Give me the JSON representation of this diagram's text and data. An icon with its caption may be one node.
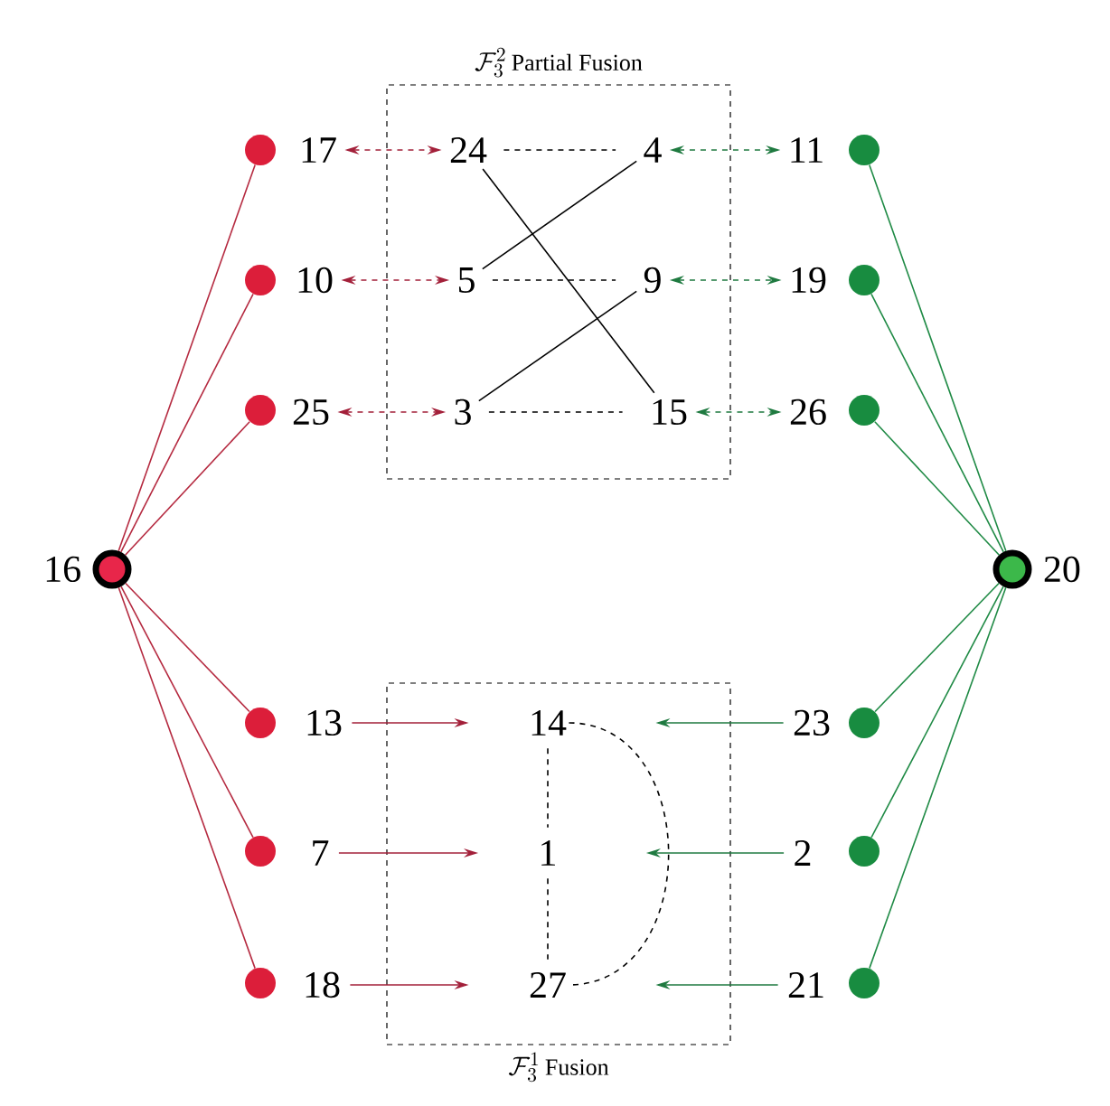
{
  "diagram": {
    "nodes": [
      {
        "text": [
          "\\mathcal{F}_3^2",
          "Partial Fusion"
        ]
      },
      {
        "text": [
          "\\mathcal{F}_3^1",
          "Fusion"
        ]
      },
      {
        "text": [
          "24"
        ],
        "in": 0
      },
      {
        "text": [
          "4"
        ],
        "in": 0
      },
      {
        "text": [
          "5"
        ],
        "in": 0
      },
      {
        "text": [
          "9"
        ],
        "in": 0
      },
      {
        "text": [
          "3"
        ],
        "in": 0
      },
      {
        "text": [
          "15"
        ],
        "in": 0
      },
      {
        "text": [
          "14"
        ],
        "in": 1
      },
      {
        "text": [
          "1"
        ],
        "in": 1
      },
      {
        "text": [
          "27"
        ],
        "in": 1
      },
      {
        "text": [
          "17"
        ]
      },
      {
        "text": [
          "10"
        ]
      },
      {
        "text": [
          "25"
        ]
      },
      {
        "text": [
          "13"
        ]
      },
      {
        "text": [
          "7"
        ]
      },
      {
        "text": [
          "18"
        ]
      },
      {
        "text": [
          "11"
        ]
      },
      {
        "text": [
          "19"
        ]
      },
      {
        "text": [
          "26"
        ]
      },
      {
        "text": [
          "23"
        ]
      },
      {
        "text": [
          "2"
        ]
      },
      {
        "text": [
          "21"
        ]
      },
      {
        "text": [],
        "shape": "circle"
      },
      {
        "text": [],
        "shape": "circle"
      },
      {
        "text": [],
        "shape": "circle"
      },
      {
        "text": [],
        "shape": "circle"
      },
      {
        "text": [],
        "shape": "circle"
      },
      {
        "text": [],
        "shape": "circle"
      },
      {
        "text": [],
        "shape": "circle"
      },
      {
        "text": [],
        "shape": "circle"
      },
      {
        "text": [],
        "shape": "circle"
      },
      {
        "text": [],
        "shape": "circle"
      },
      {
        "text": [],
        "shape": "circle"
      },
      {
        "text": [],
        "shape": "circle"
      },
      {
        "text": [],
        "shape": "circle",
        "beside": [
          "16"
        ]
      },
      {
        "text": [],
        "shape": "circle",
        "beside": [
          "20"
        ]
      }
    ],
    "edges": [
      {
        "from": 35,
        "to": 23,
        "arrow": "none",
        "color": "#b52a40"
      },
      {
        "from": 35,
        "to": 24,
        "arrow": "none",
        "color": "#b52a40"
      },
      {
        "from": 35,
        "to": 25,
        "arrow": "none",
        "color": "#b52a40"
      },
      {
        "from": 35,
        "to": 26,
        "arrow": "none",
        "color": "#b52a40"
      },
      {
        "from": 35,
        "to": 27,
        "arrow": "none",
        "color": "#b52a40"
      },
      {
        "from": 35,
        "to": 28,
        "arrow": "none",
        "color": "#b52a40"
      },
      {
        "from": 36,
        "to": 29,
        "arrow": "none",
        "color": "#1f8a45"
      },
      {
        "from": 36,
        "to": 30,
        "arrow": "none",
        "color": "#1f8a45"
      },
      {
        "from": 36,
        "to": 31,
        "arrow": "none",
        "color": "#1f8a45"
      },
      {
        "from": 36,
        "to": 32,
        "arrow": "none",
        "color": "#1f8a45"
      },
      {
        "from": 36,
        "to": 33,
        "arrow": "none",
        "color": "#1f8a45"
      },
      {
        "from": 36,
        "to": 34,
        "arrow": "none",
        "color": "#1f8a45"
      },
      {
        "from": 11,
        "to": 2,
        "arrow": "both",
        "style": "dashed",
        "color": "#a3203a"
      },
      {
        "from": 12,
        "to": 4,
        "arrow": "both",
        "style": "dashed",
        "color": "#a3203a"
      },
      {
        "from": 13,
        "to": 6,
        "arrow": "both",
        "style": "dashed",
        "color": "#a3203a"
      },
      {
        "from": 3,
        "to": 17,
        "arrow": "both",
        "style": "dashed",
        "color": "#1f7a40"
      },
      {
        "from": 5,
        "to": 18,
        "arrow": "both",
        "style": "dashed",
        "color": "#1f7a40"
      },
      {
        "from": 7,
        "to": 19,
        "arrow": "both",
        "style": "dashed",
        "color": "#1f7a40"
      },
      {
        "from": 2,
        "to": 3,
        "arrow": "none",
        "style": "dashed",
        "color": "#000000"
      },
      {
        "from": 4,
        "to": 5,
        "arrow": "none",
        "style": "dashed",
        "color": "#000000"
      },
      {
        "from": 6,
        "to": 7,
        "arrow": "none",
        "style": "dashed",
        "color": "#000000"
      },
      {
        "from": 2,
        "to": 7,
        "arrow": "none",
        "color": "#000000"
      },
      {
        "from": 3,
        "to": 4,
        "arrow": "none",
        "color": "#000000"
      },
      {
        "from": 5,
        "to": 6,
        "arrow": "none",
        "color": "#000000"
      },
      {
        "from": 14,
        "to": 8,
        "arrow": "to",
        "color": "#a3203a"
      },
      {
        "from": 15,
        "to": 9,
        "arrow": "to",
        "color": "#a3203a"
      },
      {
        "from": 16,
        "to": 10,
        "arrow": "to",
        "color": "#a3203a"
      },
      {
        "from": 20,
        "to": 8,
        "arrow": "to",
        "color": "#1f7a40"
      },
      {
        "from": 21,
        "to": 9,
        "arrow": "to",
        "color": "#1f7a40"
      },
      {
        "from": 22,
        "to": 10,
        "arrow": "to",
        "color": "#1f7a40"
      },
      {
        "from": 8,
        "to": 9,
        "arrow": "none",
        "style": "dashed",
        "color": "#000000"
      },
      {
        "from": 9,
        "to": 10,
        "arrow": "none",
        "style": "dashed",
        "color": "#000000"
      },
      {
        "from": 8,
        "to": 10,
        "arrow": "none",
        "style": "dashed",
        "color": "#000000"
      }
    ]
  }
}
